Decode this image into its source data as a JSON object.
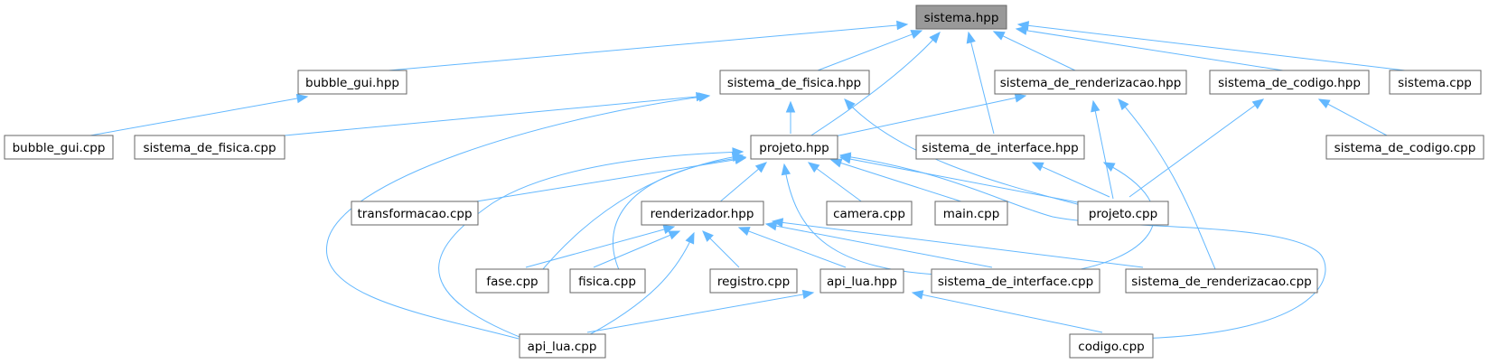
{
  "graph": {
    "colors": {
      "edge": "#63b8ff",
      "node_border": "#666666",
      "root_fill": "#999999",
      "node_fill": "#ffffff"
    },
    "nodes": {
      "sistema_hpp": "sistema.hpp",
      "bubble_gui_hpp": "bubble_gui.hpp",
      "sistema_de_fisica_hpp": "sistema_de_fisica.hpp",
      "sistema_de_renderizacao_hpp": "sistema_de_renderizacao.hpp",
      "sistema_de_codigo_hpp": "sistema_de_codigo.hpp",
      "sistema_cpp": "sistema.cpp",
      "bubble_gui_cpp": "bubble_gui.cpp",
      "sistema_de_fisica_cpp": "sistema_de_fisica.cpp",
      "projeto_hpp": "projeto.hpp",
      "sistema_de_interface_hpp": "sistema_de_interface.hpp",
      "sistema_de_codigo_cpp": "sistema_de_codigo.cpp",
      "transformacao_cpp": "transformacao.cpp",
      "renderizador_hpp": "renderizador.hpp",
      "camera_cpp": "camera.cpp",
      "main_cpp": "main.cpp",
      "projeto_cpp": "projeto.cpp",
      "fase_cpp": "fase.cpp",
      "fisica_cpp": "fisica.cpp",
      "registro_cpp": "registro.cpp",
      "api_lua_hpp": "api_lua.hpp",
      "sistema_de_interface_cpp": "sistema_de_interface.cpp",
      "sistema_de_renderizacao_cpp": "sistema_de_renderizacao.cpp",
      "api_lua_cpp": "api_lua.cpp",
      "codigo_cpp": "codigo.cpp"
    }
  }
}
